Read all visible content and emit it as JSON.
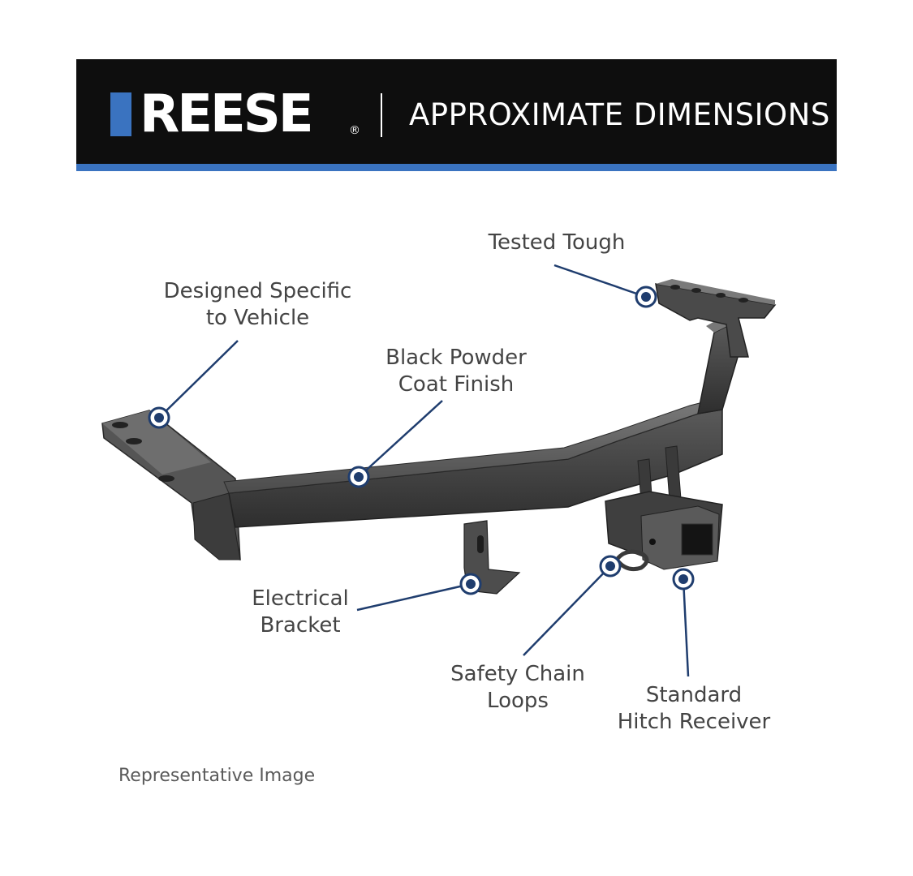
{
  "header": {
    "brand": "REESE",
    "registered_mark": "®",
    "title": "APPROXIMATE DIMENSIONS",
    "background_color": "#0e0e0e",
    "accent_color": "#3a73c0"
  },
  "callouts": {
    "tested_tough": {
      "line1": "Tested Tough"
    },
    "designed_specific": {
      "line1": "Designed Specific",
      "line2": "to Vehicle"
    },
    "black_powder": {
      "line1": "Black Powder",
      "line2": "Coat Finish"
    },
    "electrical_bracket": {
      "line1": "Electrical",
      "line2": "Bracket"
    },
    "safety_chain": {
      "line1": "Safety Chain",
      "line2": "Loops"
    },
    "standard_receiver": {
      "line1": "Standard",
      "line2": "Hitch Receiver"
    }
  },
  "caption": "Representative Image",
  "colors": {
    "pointer": "#1f3d6e",
    "label_text": "#444444",
    "hitch_metal": "#4a4a4a"
  }
}
